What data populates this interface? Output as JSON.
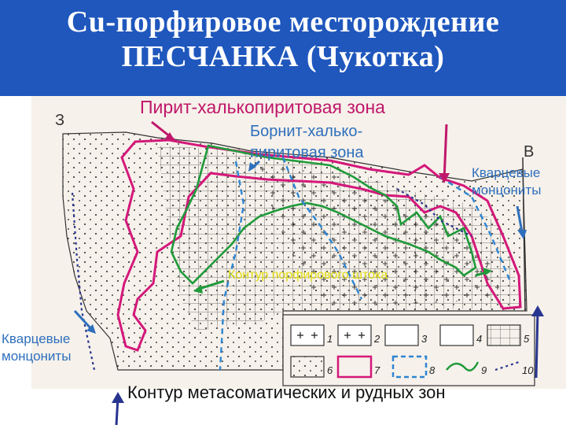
{
  "slide": {
    "title_line1": "Cu-порфировое месторождение",
    "title_line2": "ПЕСЧАНКА (Чукотка)"
  },
  "section": {
    "west_mark": "З",
    "east_mark": "В"
  },
  "annotations": {
    "pyrite_zone": "Пирит-халькопиритовая зона",
    "bornite_zone_line1": "Борнит-халько-",
    "bornite_zone_line2": "пиритовая зона",
    "quartz_monzonites_right_line1": "Кварцевые",
    "quartz_monzonites_right_line2": "монцониты",
    "quartz_monzonites_left_line1": "Кварцевые",
    "quartz_monzonites_left_line2": "монцониты",
    "porphyry_stock_contour": "Контур порфирового штока",
    "metasomatic_contour": "Контур метасоматических и рудных зон"
  },
  "legend": {
    "numbers": [
      "1",
      "2",
      "3",
      "4",
      "5",
      "6",
      "7",
      "8",
      "9",
      "10"
    ]
  },
  "colors": {
    "header_blue": "#1f57bd",
    "magenta": "#d4187a",
    "green": "#1f9a3a",
    "blue_dashed": "#2e86d4",
    "navy": "#283590",
    "yellow_text": "#e1dd10"
  }
}
